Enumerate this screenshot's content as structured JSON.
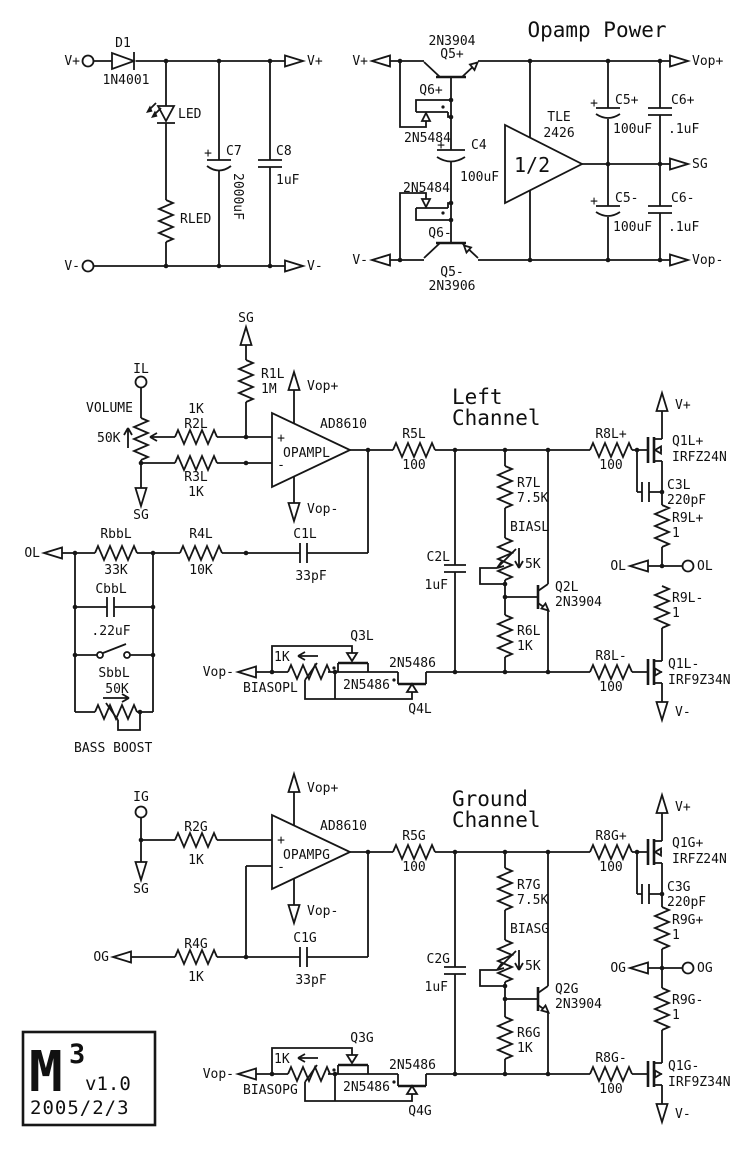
{
  "psu": {
    "in_pos": "V+",
    "in_neg": "V-",
    "out_pos": "V+",
    "out_neg": "V-",
    "d1_ref": "D1",
    "d1_val": "1N4001",
    "led_ref": "LED",
    "rled_ref": "RLED",
    "c7_plus": "+",
    "c7_ref": "C7",
    "c7_val": "2000uF",
    "c8_ref": "C8",
    "c8_val": "1uF"
  },
  "opw": {
    "title": "Opamp Power",
    "in_pos": "V+",
    "in_neg": "V-",
    "q5p_val": "2N3904",
    "q5p_ref": "Q5+",
    "q6p_ref": "Q6+",
    "q6p_val": "2N5484",
    "c4_plus": "+",
    "c4_ref": "C4",
    "c4_val": "100uF",
    "q6n_val": "2N5484",
    "q6n_ref": "Q6-",
    "q5n_ref": "Q5-",
    "q5n_val": "2N3906",
    "tle_1": "TLE",
    "tle_2": "2426",
    "tle_gain": "1/2",
    "c5p_plus": "+",
    "c5p_ref": "C5+",
    "c5p_val": "100uF",
    "c6p_ref": "C6+",
    "c6p_val": ".1uF",
    "sg": "SG",
    "c5n_plus": "+",
    "c5n_ref": "C5-",
    "c5n_val": "100uF",
    "c6n_ref": "C6-",
    "c6n_val": ".1uF",
    "vop_pos": "Vop+",
    "vop_neg": "Vop-"
  },
  "lch": {
    "title_1": "Left",
    "title_2": "Channel",
    "sg_top": "SG",
    "r1_ref": "R1L",
    "r1_val": "1M",
    "il": "IL",
    "volume": "VOLUME",
    "vol_val": "50K",
    "r2_val": "1K",
    "r2_ref": "R2L",
    "r3_ref": "R3L",
    "r3_val": "1K",
    "sg_bot": "SG",
    "vop_pos": "Vop+",
    "vop_neg": "Vop-",
    "opamp_plus": "+",
    "opamp_minus": "-",
    "opamp_ref": "OPAMPL",
    "opamp_part": "AD8610",
    "r5_ref": "R5L",
    "r5_val": "100",
    "c1_ref": "C1L",
    "c1_val": "33pF",
    "ol_out": "OL",
    "rbb_ref": "RbbL",
    "rbb_val": "33K",
    "r4_ref": "R4L",
    "r4_val": "10K",
    "cbb_ref": "CbbL",
    "cbb_val": ".22uF",
    "sbb_ref": "SbbL",
    "sbb_val": "50K",
    "bass": "BASS BOOST",
    "c2_ref": "C2L",
    "c2_val": "1uF",
    "r7_ref": "R7L",
    "r7_val": "7.5K",
    "bias_ref": "BIASL",
    "bias_val": "5K",
    "q2_ref": "Q2L",
    "q2_val": "2N3904",
    "r6_ref": "R6L",
    "r6_val": "1K",
    "vop_neg2": "Vop-",
    "biasop_val": "1K",
    "biasop_ref": "BIASOPL",
    "q3_ref": "Q3L",
    "q3_val": "2N5486",
    "q4_val": "2N5486",
    "q4_ref": "Q4L",
    "r8p_ref": "R8L+",
    "r8p_val": "100",
    "r8n_ref": "R8L-",
    "r8n_val": "100",
    "v_pos": "V+",
    "v_neg": "V-",
    "q1p_ref": "Q1L+",
    "q1p_val": "IRFZ24N",
    "c3_ref": "C3L",
    "c3_val": "220pF",
    "r9p_ref": "R9L+",
    "r9p_val": "1",
    "r9n_ref": "R9L-",
    "r9n_val": "1",
    "ol_flag": "OL",
    "ol_term": "OL",
    "q1n_ref": "Q1L-",
    "q1n_val": "IRF9Z34N"
  },
  "gch": {
    "title_1": "Ground",
    "title_2": "Channel",
    "ig": "IG",
    "sg_in": "SG",
    "r2_ref": "R2G",
    "r2_val": "1K",
    "og_out": "OG",
    "r4_ref": "R4G",
    "r4_val": "1K",
    "vop_pos": "Vop+",
    "vop_neg": "Vop-",
    "opamp_plus": "+",
    "opamp_minus": "-",
    "opamp_ref": "OPAMPG",
    "opamp_part": "AD8610",
    "r5_ref": "R5G",
    "r5_val": "100",
    "c1_ref": "C1G",
    "c1_val": "33pF",
    "c2_ref": "C2G",
    "c2_val": "1uF",
    "r7_ref": "R7G",
    "r7_val": "7.5K",
    "bias_ref": "BIASG",
    "bias_val": "5K",
    "q2_ref": "Q2G",
    "q2_val": "2N3904",
    "r6_ref": "R6G",
    "r6_val": "1K",
    "vop_neg2": "Vop-",
    "biasop_val": "1K",
    "biasop_ref": "BIASOPG",
    "q3_ref": "Q3G",
    "q3_val": "2N5486",
    "q4_val": "2N5486",
    "q4_ref": "Q4G",
    "r8p_ref": "R8G+",
    "r8p_val": "100",
    "r8n_ref": "R8G-",
    "r8n_val": "100",
    "v_pos": "V+",
    "v_neg": "V-",
    "q1p_ref": "Q1G+",
    "q1p_val": "IRFZ24N",
    "c3_ref": "C3G",
    "c3_val": "220pF",
    "r9p_ref": "R9G+",
    "r9p_val": "1",
    "r9n_ref": "R9G-",
    "r9n_val": "1",
    "og_flag": "OG",
    "og_term": "OG",
    "q1n_ref": "Q1G-",
    "q1n_val": "IRF9Z34N"
  },
  "logo": {
    "m": "M",
    "sup": "3",
    "version": "v1.0",
    "date": "2005/2/3"
  }
}
